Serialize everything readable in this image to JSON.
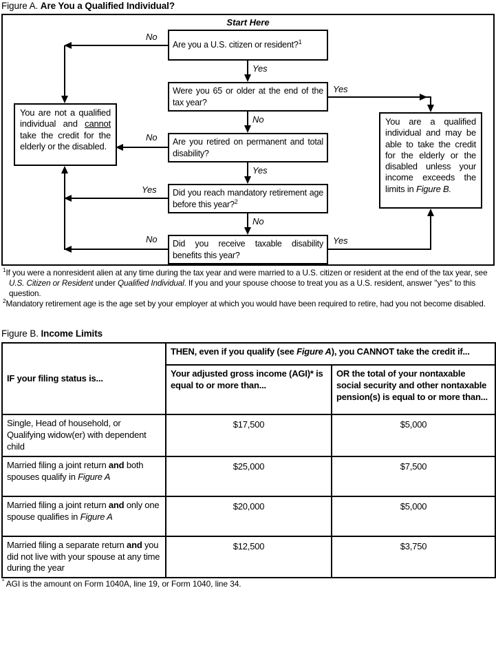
{
  "figure_a": {
    "label": "Figure A.",
    "title": "Are You a Qualified Individual?",
    "start_here": "Start Here",
    "questions": {
      "q1": {
        "text": "Are you a U.S. citizen or resident?",
        "footnote_ref": "1"
      },
      "q2": {
        "text": "Were you 65 or older at the end of the tax year?"
      },
      "q3": {
        "text": "Are you retired on permanent and total disability?"
      },
      "q4": {
        "text": "Did you reach mandatory retirement age before this year?",
        "footnote_ref": "2"
      },
      "q5": {
        "text": "Did you receive taxable disability benefits this year?"
      }
    },
    "labels": {
      "q1_no": "No",
      "q1_yes": "Yes",
      "q2_yes": "Yes",
      "q2_no": "No",
      "q3_no": "No",
      "q3_yes": "Yes",
      "q4_yes": "Yes",
      "q4_no": "No",
      "q5_no": "No",
      "q5_yes": "Yes"
    },
    "outcomes": {
      "not_qualified": {
        "part1": "You are not a qualified individual and ",
        "underlined": "cannot",
        "part2": " take the credit for the elderly or the disabled."
      },
      "qualified": {
        "part1": "You are a qualified individual and may be able to take the credit for the elderly or the disabled unless your income exceeds the limits in ",
        "italic": "Figure B."
      }
    },
    "footnotes": {
      "fn1": {
        "ref": "1",
        "part1": "If you were a nonresident alien at any time during the tax year and were married to a U.S. citizen or resident at the end of the tax year, see ",
        "italic1": "U.S. Citizen or Resident",
        "part2": " under ",
        "italic2": "Qualified Individual",
        "part3": ". If you and your spouse choose to treat you as a U.S. resident, answer ''yes'' to this question."
      },
      "fn2": {
        "ref": "2",
        "text": "Mandatory retirement age is the age set by your employer at which you would have been required to retire, had you not become disabled."
      }
    }
  },
  "figure_b": {
    "label": "Figure B.",
    "title": "Income Limits",
    "table": {
      "col1_header": "IF your filing status is...",
      "then_header": {
        "part1": "THEN, even if you qualify (see ",
        "italic": "Figure A",
        "part2": "), you CANNOT take the credit if..."
      },
      "col2_header": "Your adjusted gross income (AGI)* is equal to or more than...",
      "col3_header": "OR the total of your nontaxable social security and other nontaxable pension(s) is equal to or more than...",
      "rows": [
        {
          "status": {
            "part1": "Single, Head of household, or Qualifying widow(er) with dependent child",
            "bold": "",
            "part2": "",
            "italic": ""
          },
          "agi": "$17,500",
          "pension": "$5,000"
        },
        {
          "status": {
            "part1": "Married filing a joint return ",
            "bold": "and",
            "part2": " both spouses qualify in ",
            "italic": "Figure A"
          },
          "agi": "$25,000",
          "pension": "$7,500"
        },
        {
          "status": {
            "part1": "Married filing a joint return ",
            "bold": "and",
            "part2": " only one spouse qualifies in ",
            "italic": "Figure A"
          },
          "agi": "$20,000",
          "pension": "$5,000"
        },
        {
          "status": {
            "part1": "Married filing a separate return ",
            "bold": "and",
            "part2": " you did not live with your spouse at any time during the year",
            "italic": ""
          },
          "agi": "$12,500",
          "pension": "$3,750"
        }
      ],
      "footnote": {
        "marker": "*",
        "text": " AGI is the amount on Form 1040A, line 19, or Form 1040, line 34."
      }
    }
  }
}
